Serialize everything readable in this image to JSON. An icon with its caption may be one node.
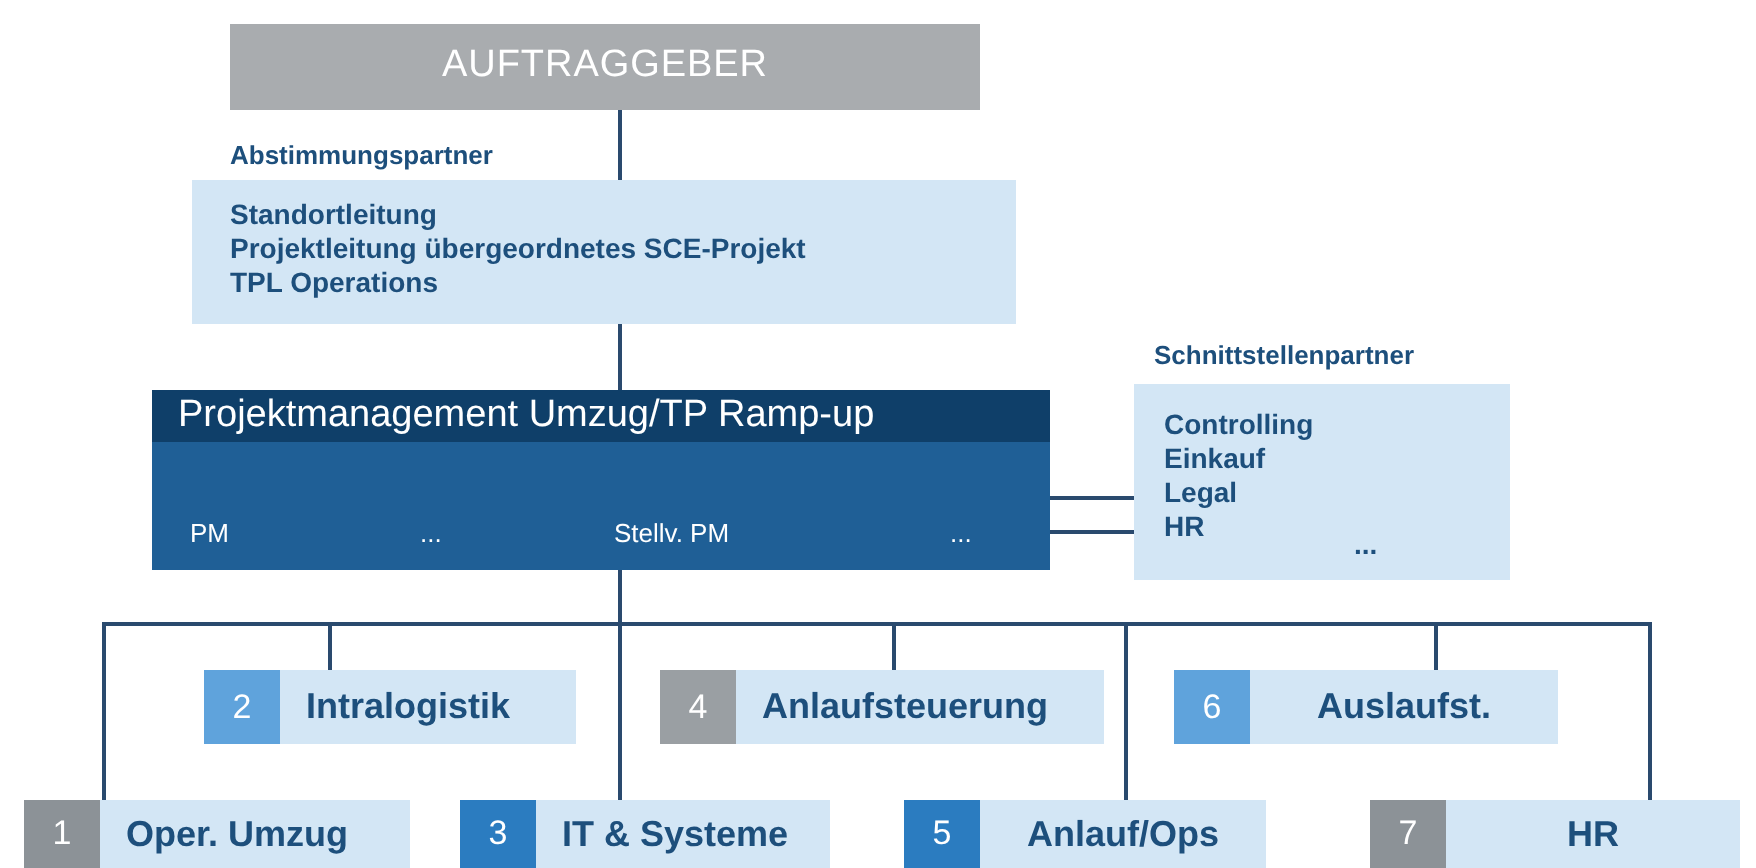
{
  "diagram": {
    "nodes": [
      {
        "text": [
          "AUFTRAGGEBER"
        ]
      },
      {
        "text": [
          "Abstimmungspartner",
          "Standortleitung",
          "Projektleitung übergeordnetes SCE-Projekt",
          "TPL Operations"
        ]
      },
      {
        "text": [
          "Projektmanagement Umzug/TP Ramp-up",
          "PM",
          "...",
          "Stellv. PM",
          "..."
        ]
      },
      {
        "text": [
          "Schnittstellenpartner",
          "Controlling",
          "Einkauf",
          "Legal",
          "HR",
          "..."
        ]
      },
      {
        "text": [
          "2",
          "Intralogistik"
        ]
      },
      {
        "text": [
          "4",
          "Anlaufsteuerung"
        ]
      },
      {
        "text": [
          "6",
          "Auslaufst."
        ]
      },
      {
        "text": [
          "1",
          "Oper. Umzug"
        ]
      },
      {
        "text": [
          "3",
          "IT & Systeme"
        ]
      },
      {
        "text": [
          "5",
          "Anlauf/Ops"
        ]
      },
      {
        "text": [
          "7",
          "HR"
        ]
      }
    ],
    "edges": [
      {
        "from": 0,
        "to": 1,
        "arrow": "none"
      },
      {
        "from": 1,
        "to": 2,
        "arrow": "none"
      },
      {
        "from": 2,
        "to": 3,
        "arrow": "none"
      },
      {
        "from": 2,
        "to": 3,
        "arrow": "none"
      },
      {
        "from": 2,
        "to": 4,
        "arrow": "none"
      },
      {
        "from": 2,
        "to": 5,
        "arrow": "none"
      },
      {
        "from": 2,
        "to": 6,
        "arrow": "none"
      },
      {
        "from": 2,
        "to": 7,
        "arrow": "none"
      },
      {
        "from": 2,
        "to": 8,
        "arrow": "none"
      },
      {
        "from": 2,
        "to": 9,
        "arrow": "none"
      },
      {
        "from": 2,
        "to": 10,
        "arrow": "none"
      }
    ]
  }
}
